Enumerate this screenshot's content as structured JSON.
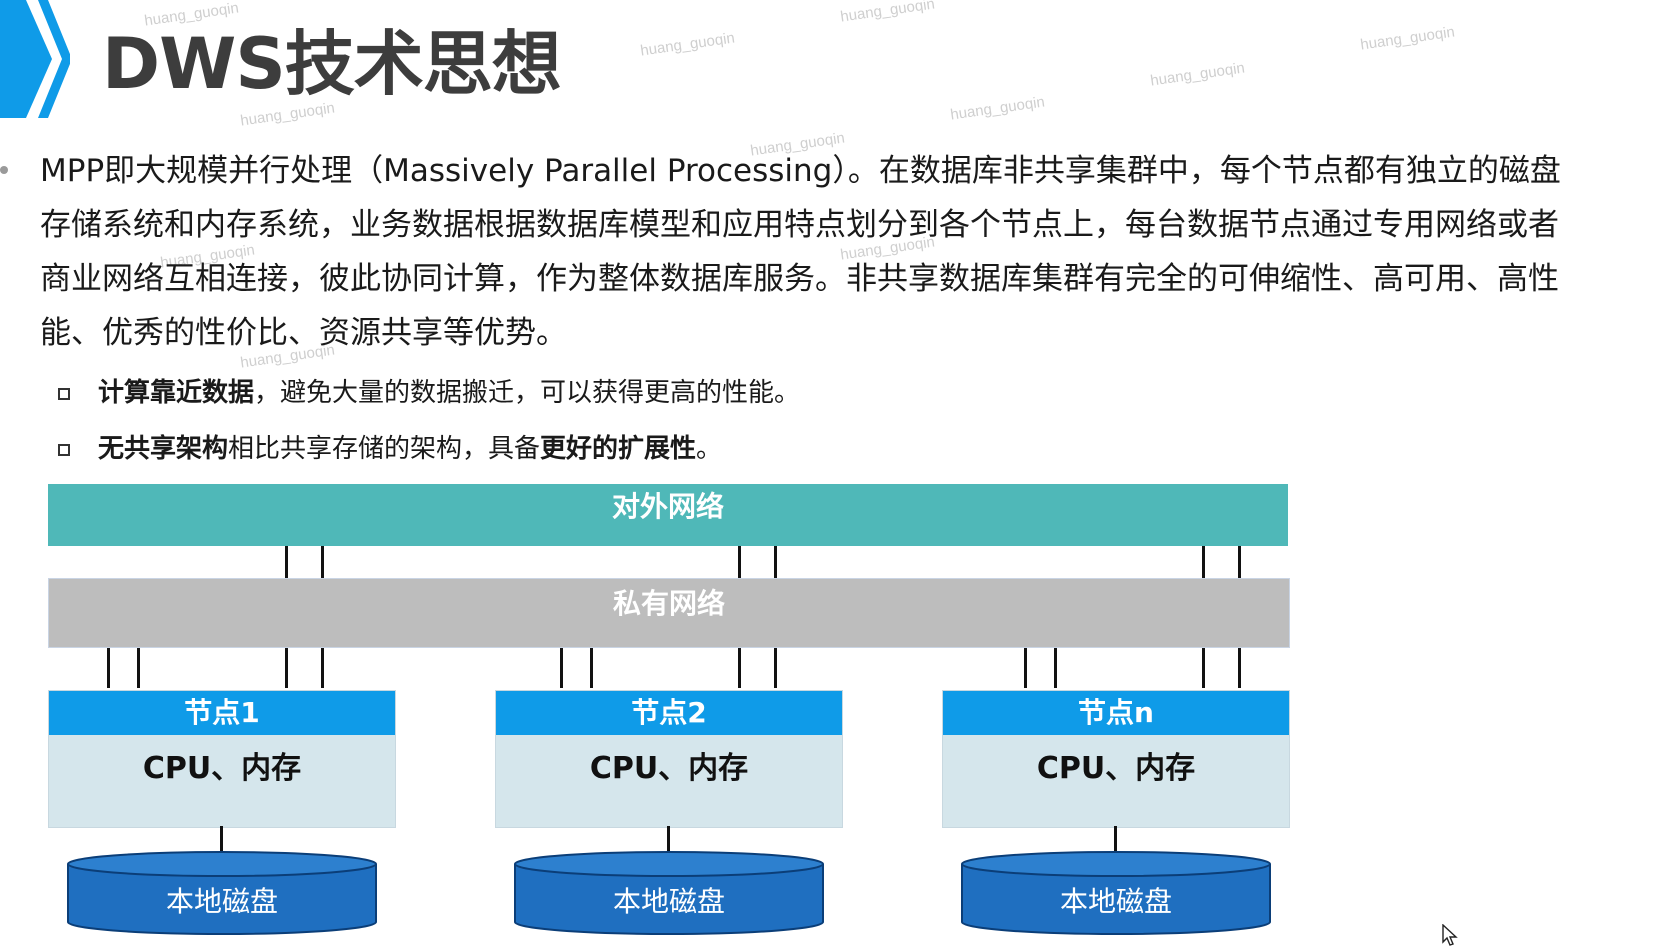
{
  "title": "DWS技术思想",
  "watermark": "huang_guoqin",
  "paragraph": {
    "lines": [
      "MPP即大规模并行处理（Massively Parallel Processing）。在数据库非共享集群中，每个节点都有独立的磁盘",
      "存储系统和内存系统，业务数据根据数据库模型和应用特点划分到各个节点上，每台数据节点通过专用网络或者",
      "商业网络互相连接，彼此协同计算，作为整体数据库服务。非共享数据库集群有完全的可伸缩性、高可用、高性",
      "能、优秀的性价比、资源共享等优势。"
    ]
  },
  "sub_bullets": [
    {
      "bold": "计算靠近数据",
      "text": "，避免大量的数据搬迁，可以获得更高的性能。",
      "bold2": "",
      "text2": ""
    },
    {
      "bold": "无共享架构",
      "text": "相比共享存储的架构，具备",
      "bold2": "更好的扩展性",
      "text2": "。"
    }
  ],
  "diagram": {
    "external_network": "对外网络",
    "private_network": "私有网络",
    "nodes": [
      {
        "header": "节点1",
        "body": "CPU、内存",
        "disk": "本地磁盘"
      },
      {
        "header": "节点2",
        "body": "CPU、内存",
        "disk": "本地磁盘"
      },
      {
        "header": "节点n",
        "body": "CPU、内存",
        "disk": "本地磁盘"
      }
    ]
  },
  "colors": {
    "external_network": "#4fb8b8",
    "private_network": "#bdbdbd",
    "node_header": "#0f9be8",
    "node_body": "#d5e6ec",
    "disk": "#1f6fc0",
    "chevron": "#0f9be8"
  },
  "icons": {
    "title_marker": "double-chevron-icon",
    "cursor": "mouse-cursor-icon"
  }
}
